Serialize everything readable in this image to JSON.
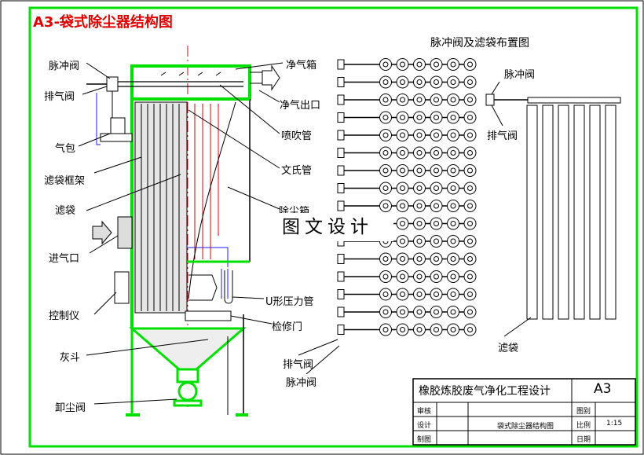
{
  "sheet_title": "A3-袋式除尘器结构图",
  "right_title": "脉冲阀及滤袋布置图",
  "watermark": "图文设计",
  "labels": {
    "pulse_valve": "脉冲阀",
    "exhaust_valve": "排气阀",
    "air_bag": "气包",
    "bag_frame": "滤袋框架",
    "filter_bag": "滤袋",
    "inlet": "进气口",
    "controller": "控制仪",
    "ash_hopper": "灰斗",
    "discharge_valve": "卸尘阀",
    "clean_box": "净气箱",
    "clean_outlet": "净气出口",
    "blow_pipe": "喷吹管",
    "venturi": "文氏管",
    "dust_box": "除尘箱",
    "u_gauge": "U形压力管",
    "access_door": "检修门",
    "r_pulse_valve_top": "脉冲阀",
    "r_exhaust_valve_top": "排气阀",
    "r_filter_bag": "滤袋",
    "r_exhaust_valve_bottom": "排气阀",
    "r_pulse_valve_bottom": "脉冲阀"
  },
  "title_block": {
    "project": "橡胶炼胶废气净化工程设计",
    "sheet_size": "A3",
    "review": "审核",
    "design": "设计",
    "draw": "制图",
    "drawing_name": "袋式除尘器结构图",
    "drawing_no_label": "图别",
    "scale_label": "比例",
    "scale_value": "1:15",
    "date_label": "日期"
  },
  "colors": {
    "frame": "#00e000",
    "title": "#e00000",
    "blue": "#1a1aff",
    "red": "#e00000"
  }
}
